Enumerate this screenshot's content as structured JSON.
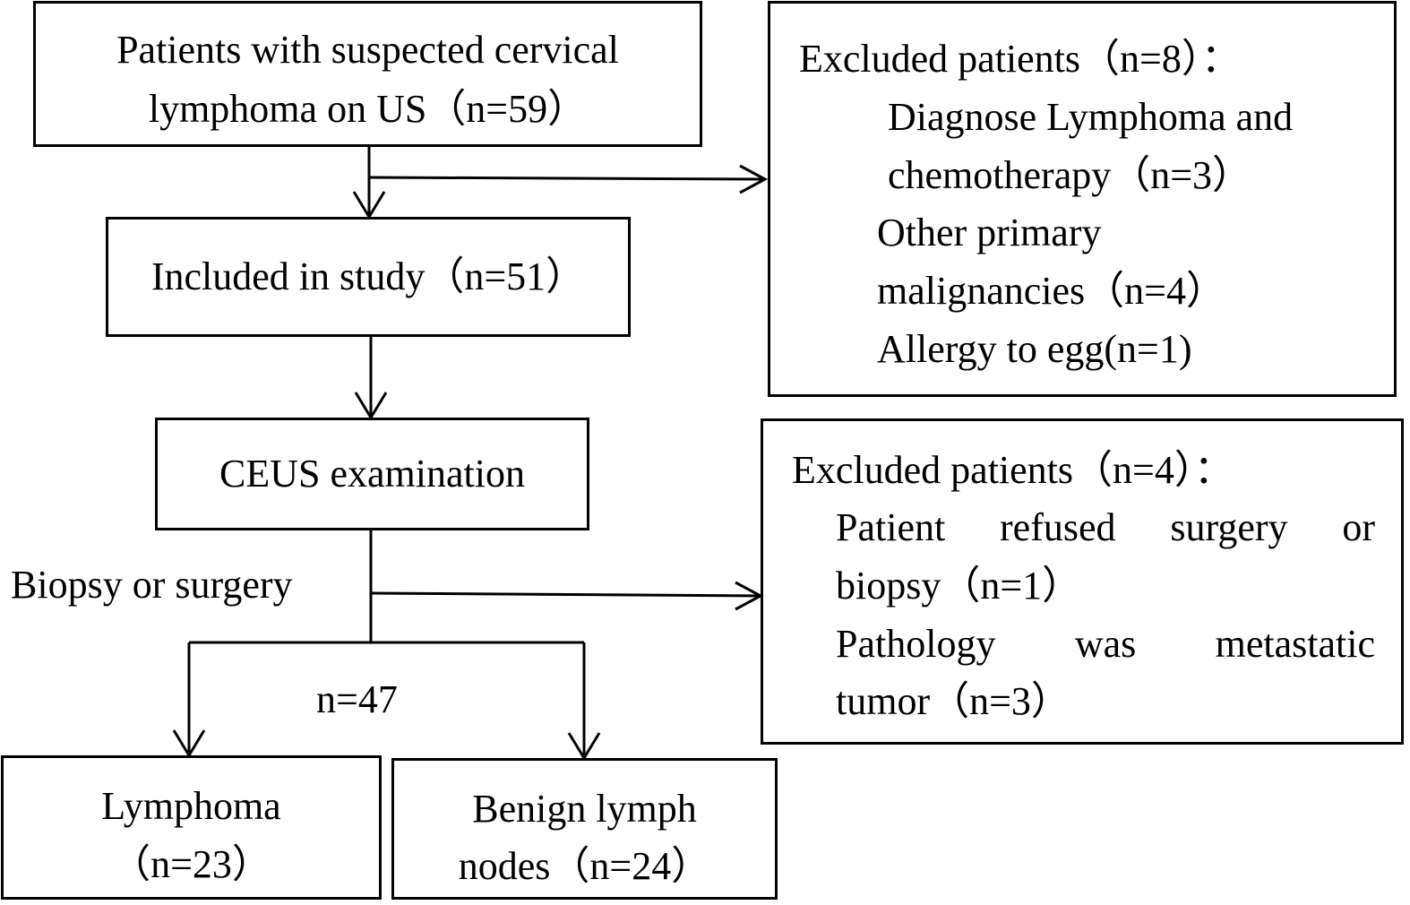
{
  "screening": {
    "line1": "Patients with suspected cervical",
    "line2": "lymphoma on US（n=59）"
  },
  "excluded_first": {
    "heading": "Excluded patients（n=8）：",
    "line1": "Diagnose Lymphoma and",
    "line2": "chemotherapy（n=3）",
    "line3": "Other primary",
    "line4": "malignancies（n=4）",
    "line5": "Allergy to egg(n=1)"
  },
  "included": {
    "label": "Included in study（n=51）"
  },
  "ceus": {
    "label": "CEUS examination"
  },
  "branch_label": "Biopsy or surgery",
  "split_count": "n=47",
  "excluded_second": {
    "heading": "Excluded patients（n=4）：",
    "line1": "Patient refused surgery or",
    "line2": "biopsy（n=1）",
    "line3": "Pathology was metastatic",
    "line4": "tumor（n=3）"
  },
  "lymphoma": {
    "line1": "Lymphoma",
    "line2": "（n=23）"
  },
  "benign": {
    "line1": "Benign lymph",
    "line2": "nodes（n=24）"
  }
}
